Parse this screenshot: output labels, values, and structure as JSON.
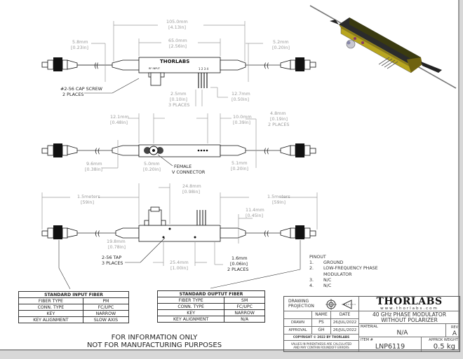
{
  "top_view": {
    "overall_length": "105.0mm",
    "overall_length_in": "[4.13in]",
    "body_length": "65.0mm",
    "body_length_in": "[2.56in]",
    "left_boot": "5.8mm",
    "left_boot_in": "[0.23in]",
    "right_boot": "5.2mm",
    "right_boot_in": "[0.20in]",
    "pin_pitch": "2.5mm",
    "pin_pitch_in": "[0.10in]",
    "pin_pitch_note": "3 PLACES",
    "pin_length": "12.7mm",
    "pin_length_in": "[0.50in]",
    "screw_note_1": "#2-56 CAP SCREW",
    "screw_note_2": "2 PLACES",
    "body_brand": "THORLABS",
    "rf_label": "RF INPUT",
    "pin_numbers": "1 2 3 4"
  },
  "middle_view": {
    "conn_offset": "12.1mm",
    "conn_offset_in": "[0.48in]",
    "right_offset": "10.0mm",
    "right_offset_in": "[0.39in]",
    "boot_dia": "4.8mm",
    "boot_dia_in": "[0.19in]",
    "boot_dia_note": "2 PLACES",
    "left_h": "9.6mm",
    "left_h_in": "[0.38in]",
    "conn_h": "5.0mm",
    "conn_h_in": "[0.20in]",
    "right_h": "5.1mm",
    "right_h_in": "[0.20in]",
    "connector_note_1": "FEMALE",
    "connector_note_2": "V CONNECTOR"
  },
  "bottom_view": {
    "left_fiber": "1.5meters",
    "left_fiber_in": "[59in]",
    "right_fiber": "1.5meters",
    "right_fiber_in": "[59in]",
    "tap_offset": "24.8mm",
    "tap_offset_in": "[0.98in]",
    "right_boot": "11.4mm",
    "right_boot_in": "[0.45in]",
    "body_h": "19.8mm",
    "body_h_in": "[0.78in]",
    "tap_spacing": "25.4mm",
    "tap_spacing_in": "[1.00in]",
    "edge": "1.6mm",
    "edge_in": "[0.06in]",
    "edge_note": "2 PLACES",
    "tap_note_1": "2-56 TAP",
    "tap_note_2": "3 PLACES"
  },
  "pinout": {
    "title": "PINOUT",
    "pins": [
      {
        "n": "1.",
        "label": "GROUND"
      },
      {
        "n": "2.",
        "label": "LOW-FREQUENCY PHASE"
      },
      {
        "n": "",
        "label": "MODULATOR"
      },
      {
        "n": "3.",
        "label": "N/C"
      },
      {
        "n": "4.",
        "label": "N/C"
      }
    ]
  },
  "input_table": {
    "title": "STANDARD INPUT FIBER",
    "rows": [
      [
        "FIBER TYPE",
        "PM"
      ],
      [
        "CONN. TYPE",
        "FC/UPC"
      ],
      [
        "KEY",
        "NARROW"
      ],
      [
        "KEY ALIGNMENT",
        "SLOW AXIS"
      ]
    ]
  },
  "output_table": {
    "title": "STANDARD OUPTUT FIBER",
    "rows": [
      [
        "FIBER TYPE",
        "SM"
      ],
      [
        "CONN. TYPE",
        "FC/UPC"
      ],
      [
        "KEY",
        "NARROW"
      ],
      [
        "KEY ALIGNMENT",
        "N/A"
      ]
    ]
  },
  "notes": {
    "line1": "FOR INFORMATION ONLY",
    "line2": "NOT FOR MANUFACTURING PURPOSES"
  },
  "title_block": {
    "projection_label_1": "DRAWING",
    "projection_label_2": "PROJECTION",
    "name_hdr": "NAME",
    "date_hdr": "DATE",
    "drawn_label": "DRAWN",
    "drawn_name": "PS",
    "drawn_date": "26/JUL/2022",
    "approval_label": "APPROVAL",
    "approval_name": "GH",
    "approval_date": "26/JUL/2022",
    "copyright": "COPYRIGHT © 2022 BY THORLABS",
    "disclaimer_1": "VALUES IN PARENTHESIS ARE CALCULATED",
    "disclaimer_2": "AND MAY CONTAIN ROUNDOFF ERRORS",
    "logo": "THORLABS",
    "url": "www.thorlabs.com",
    "title_1": "40 GHz PHASE MODULATOR",
    "title_2": "WITHOUT POLARIZER",
    "material_label": "MATERIAL",
    "material": "N/A",
    "rev_label": "REV",
    "rev": "A",
    "item_label": "ITEM #",
    "item": "LNP6119",
    "weight_label": "APPROX WEIGHT",
    "weight": "0.5 kg"
  }
}
